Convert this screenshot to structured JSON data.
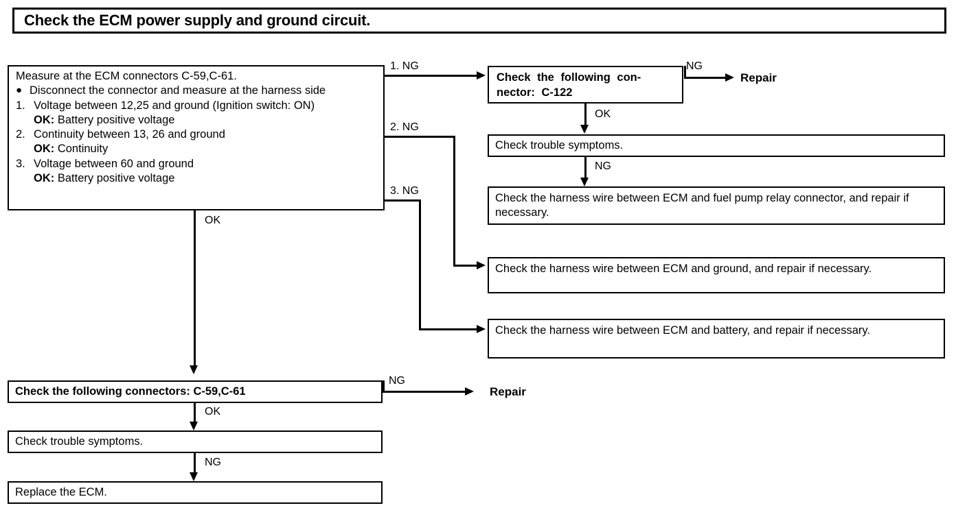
{
  "header": {
    "title": "Check the ECM power supply and ground circuit."
  },
  "main_box": {
    "intro": "Measure at the ECM connectors C-59,C-61.",
    "bullet_dot": "●",
    "bullet_text": "Disconnect the connector and measure at the harness side",
    "steps": [
      {
        "index": "1.",
        "text": "Voltage between 12,25 and ground (Ignition switch: ON)",
        "ok_label": "OK:",
        "ok_value": "Battery positive voltage"
      },
      {
        "index": "2.",
        "text": "Continuity between 13, 26 and ground",
        "ok_label": "OK:",
        "ok_value": "Continuity"
      },
      {
        "index": "3.",
        "text": "Voltage between 60 and ground",
        "ok_label": "OK:",
        "ok_value": "Battery positive voltage"
      }
    ]
  },
  "boxes": {
    "check_connector_c122_line1": "Check the following con-",
    "check_connector_c122_line2": "nector: C-122",
    "check_trouble_symptoms_right": "Check trouble symptoms.",
    "harness_fuel_pump": "Check the harness wire between ECM and fuel pump relay connector, and repair if necessary.",
    "harness_ground": "Check the harness wire between ECM and ground, and repair if necessary.",
    "harness_battery": "Check the harness wire between ECM and battery, and repair if necessary.",
    "check_connectors_c59_c61": "Check the following connectors: C-59,C-61",
    "check_trouble_symptoms_bottom": "Check trouble symptoms.",
    "replace_ecm": "Replace the ECM."
  },
  "terminals": {
    "repair_top": "Repair",
    "repair_bottom": "Repair"
  },
  "edge_labels": {
    "ng_1": "1. NG",
    "ng_2": "2. NG",
    "ng_3": "3. NG",
    "ok_main_down": "OK",
    "ng_c122_right": "NG",
    "ok_c122_down": "OK",
    "ng_symptoms_right_down": "NG",
    "ng_connectors_right": "NG",
    "ok_connectors_down": "OK",
    "ng_symptoms_bottom_down": "NG"
  },
  "colors": {
    "ink": "#000000",
    "paper": "#ffffff"
  }
}
